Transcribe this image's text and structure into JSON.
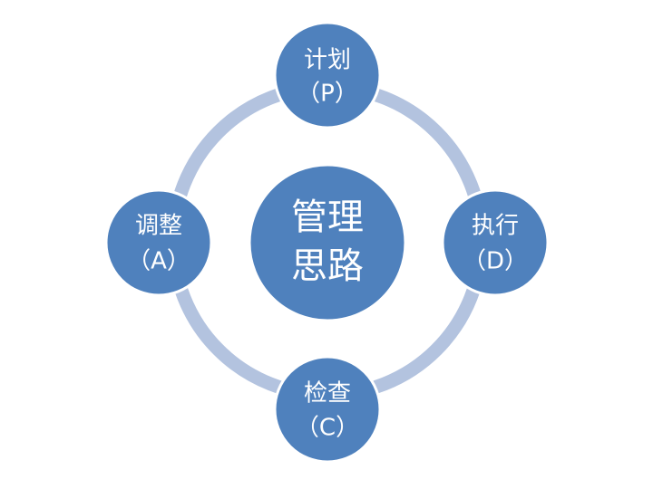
{
  "diagram": {
    "center": {
      "line1": "管理",
      "line2": "思路"
    },
    "nodes": [
      {
        "id": "plan",
        "line1": "计划",
        "line2": "（P）"
      },
      {
        "id": "do",
        "line1": "执行",
        "line2": "（D）"
      },
      {
        "id": "check",
        "line1": "检查",
        "line2": "（C）"
      },
      {
        "id": "act",
        "line1": "调整",
        "line2": "（A）"
      }
    ],
    "colors": {
      "node_fill": "#4f81bd",
      "node_stroke": "#ffffff",
      "ring": "#b3c3df",
      "text": "#ffffff"
    }
  }
}
